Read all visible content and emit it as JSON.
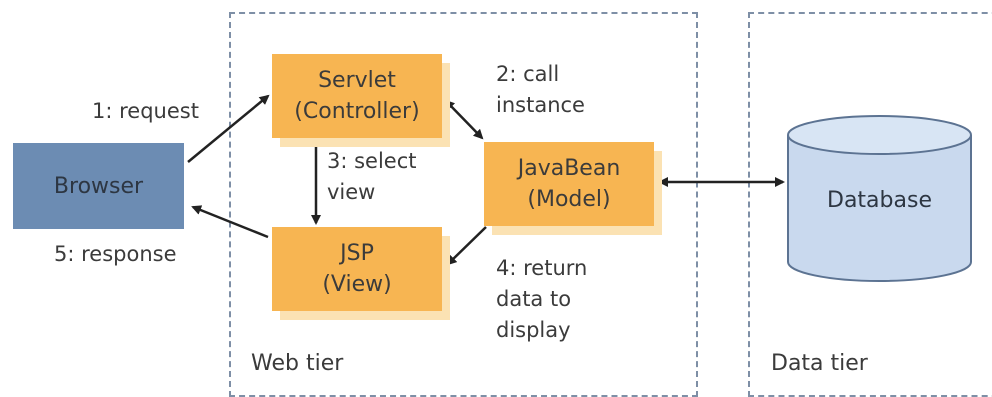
{
  "tiers": {
    "web": "Web tier",
    "data": "Data tier"
  },
  "nodes": {
    "browser": "Browser",
    "servlet": "Servlet\n(Controller)",
    "jsp": "JSP\n(View)",
    "javabean": "JavaBean\n(Model)",
    "database": "Database"
  },
  "steps": {
    "request": "1: request",
    "call_instance": "2: call\ninstance",
    "select_view": "3: select\nview",
    "return_data": "4: return\ndata to\ndisplay",
    "response": "5: response"
  },
  "colors": {
    "tier_border": "#7e8fa6",
    "browser": "#6c8cb3",
    "mvc_component": "#f7b552",
    "mvc_shadow": "#fbe2b3",
    "database": "#c9d9ee",
    "arrow": "#222222"
  }
}
